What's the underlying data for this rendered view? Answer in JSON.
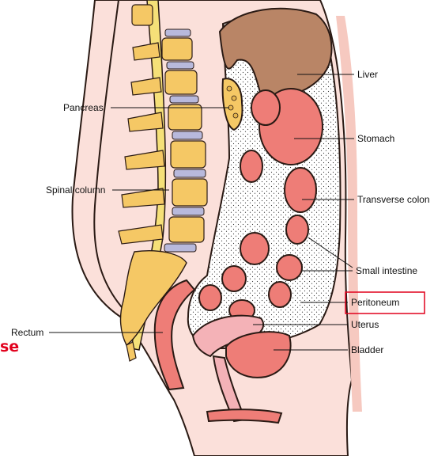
{
  "labels": {
    "liver": "Liver",
    "pancreas": "Pancreas",
    "stomach": "Stomach",
    "spinal_column": "Spinal column",
    "transverse_colon": "Transverse colon",
    "small_intestine": "Small intestine",
    "peritoneum": "Peritoneum",
    "uterus": "Uterus",
    "rectum": "Rectum",
    "bladder": "Bladder"
  },
  "fragment_text": "se",
  "colors": {
    "skin": "#fbe0da",
    "organ": "#ee7d77",
    "liver": "#b98566",
    "spine": "#f5c865",
    "disc": "#b8b9dc",
    "highlight": "#e1001c"
  }
}
